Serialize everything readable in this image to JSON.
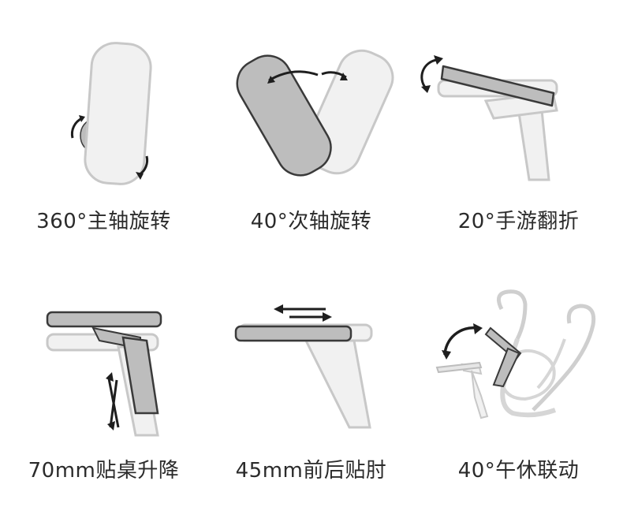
{
  "features": [
    {
      "id": "rotate-360",
      "label": "360°主轴旋转"
    },
    {
      "id": "rotate-40",
      "label": "40°次轴旋转"
    },
    {
      "id": "flip-20",
      "label": "20°手游翻折"
    },
    {
      "id": "lift-70",
      "label": "70mm贴桌升降"
    },
    {
      "id": "slide-45",
      "label": "45mm前后贴肘"
    },
    {
      "id": "link-40",
      "label": "40°午休联动"
    }
  ],
  "colors": {
    "dark_pad": "#bdbdbd",
    "light_part": "#f1f1f1",
    "outline": "#3a3a3a",
    "light_outline": "#c8c8c8",
    "arrow": "#1e1e1e"
  }
}
